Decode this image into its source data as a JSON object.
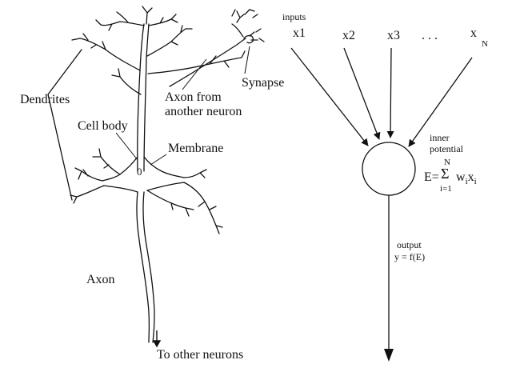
{
  "neuron": {
    "dendrites_label": "Dendrites",
    "cell_body_label": "Cell body",
    "membrane_label": "Membrane",
    "axon_from_line1": "Axon from",
    "axon_from_line2": "another neuron",
    "synapse_label": "Synapse",
    "axon_label": "Axon",
    "to_other_label": "To other neurons",
    "nucleus_label": "0"
  },
  "model": {
    "inputs_label": "inputs",
    "x1": "x1",
    "x2": "x2",
    "x3": "x3",
    "ellipsis": ". . .",
    "xn_base": "x",
    "xn_sub": "N",
    "inner_line1": "inner",
    "inner_line2": "potential",
    "eq_lhs": "E=",
    "eq_sigma": "Σ",
    "eq_upper": "N",
    "eq_lower": "i=1",
    "eq_term": "w",
    "eq_term_sub": "i",
    "eq_term2": "x",
    "eq_term2_sub": "i",
    "output_label": "output",
    "output_eq": "y = f(E)"
  },
  "colors": {
    "ink": "#111111",
    "background": "#ffffff"
  }
}
